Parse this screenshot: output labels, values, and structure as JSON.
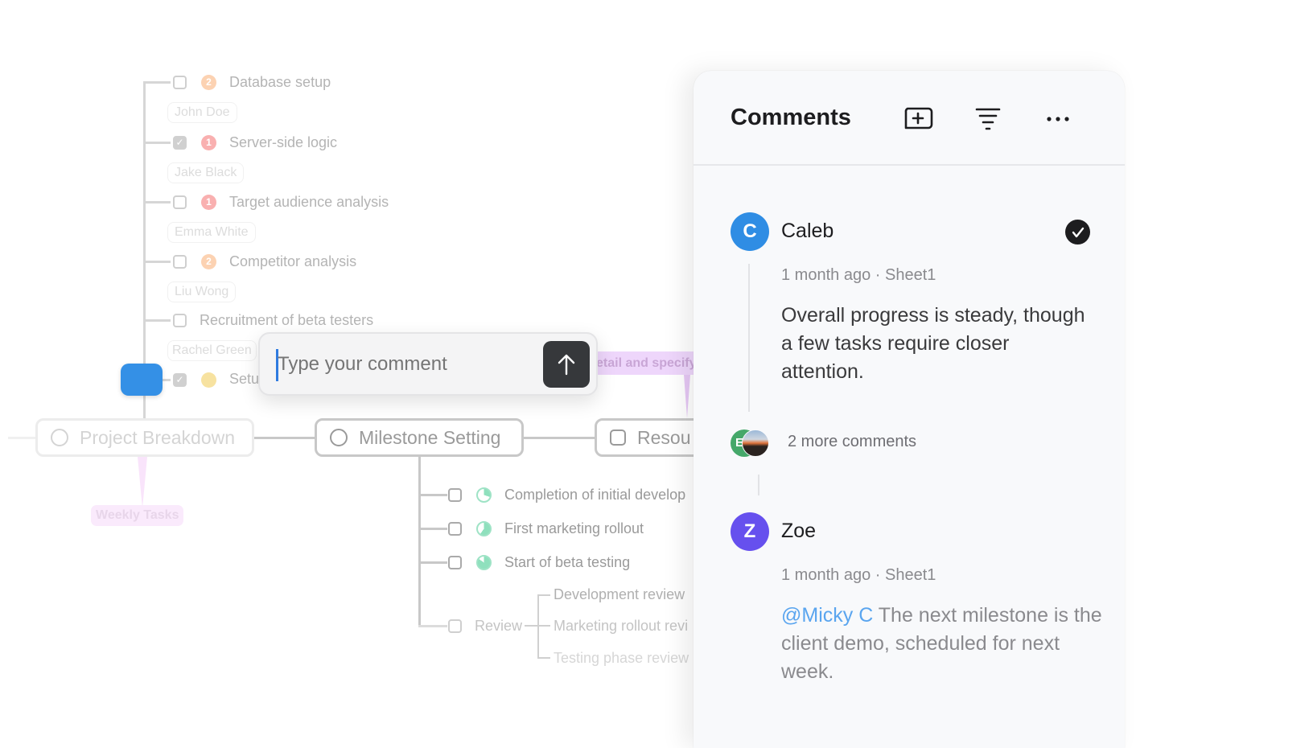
{
  "mindmap": {
    "tasks": [
      {
        "label": "Database setup",
        "priority": "2",
        "checked": false,
        "assignee": "John Doe"
      },
      {
        "label": "Server-side logic",
        "priority": "1",
        "checked": true,
        "assignee": "Jake Black"
      },
      {
        "label": "Target audience analysis",
        "priority": "1",
        "checked": false,
        "assignee": "Emma White"
      },
      {
        "label": "Competitor analysis",
        "priority": "2",
        "checked": false,
        "assignee": "Liu Wong"
      },
      {
        "label": "Recruitment of beta testers",
        "priority": null,
        "checked": false,
        "assignee": "Rachel Green"
      },
      {
        "label": "Setu",
        "priority": "",
        "checked": true
      }
    ],
    "nodes": {
      "project_breakdown": "Project Breakdown",
      "milestone_setting": "Milestone Setting",
      "resources": "Resou"
    },
    "weekly_tasks_label": "Weekly Tasks",
    "detail_label": "etail and specify",
    "milestones": [
      {
        "label": "Completion of initial develop",
        "progress": 0.3
      },
      {
        "label": "First marketing rollout",
        "progress": 0.6
      },
      {
        "label": "Start of beta testing",
        "progress": 0.85
      }
    ],
    "review": {
      "label": "Review",
      "items": [
        "Development review",
        "Marketing rollout revi",
        "Testing phase review"
      ]
    },
    "colors": {
      "priority1": "#f7a5a5",
      "priority2": "#fbc9a3",
      "progress": "#8fe0bd"
    }
  },
  "comment_input": {
    "placeholder": "Type your comment",
    "send_icon": "arrow-up-icon"
  },
  "panel": {
    "title": "Comments",
    "icons": [
      "add-comment-icon",
      "filter-icon",
      "more-icon"
    ],
    "comments": [
      {
        "initial": "C",
        "author": "Caleb",
        "time": "1 month ago",
        "sheet": "Sheet1",
        "separator": "·",
        "text": "Overall progress is steady, though a few tasks require closer attention.",
        "resolved": true,
        "color": "#2f8de4"
      },
      {
        "initial": "Z",
        "author": "Zoe",
        "time": "1 month ago",
        "sheet": "Sheet1",
        "separator": "·",
        "mention": "@Micky C",
        "text": "The next milestone is the client demo, scheduled for next week.",
        "color": "#6650ee"
      }
    ],
    "more_comments": {
      "label": "2 more comments",
      "avatar_initial": "E"
    }
  }
}
